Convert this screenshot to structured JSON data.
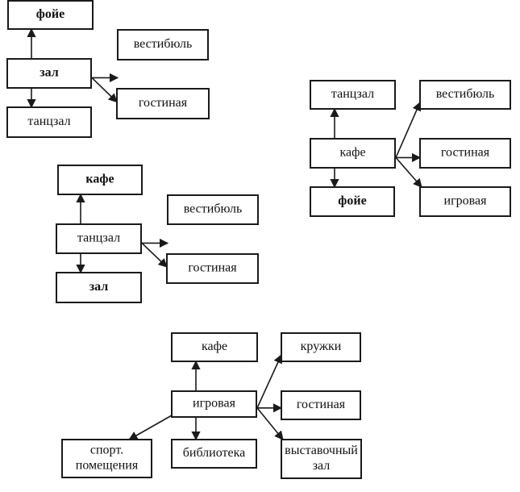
{
  "diagrams": [
    {
      "center": "зал",
      "nodes": {
        "up": "фойе",
        "center": "зал",
        "down": "танцзал",
        "r1": "вестибюль",
        "r2": "гостиная"
      },
      "edges": [
        [
          "center",
          "up"
        ],
        [
          "center",
          "down"
        ],
        [
          "center",
          "r1"
        ],
        [
          "center",
          "r2"
        ]
      ]
    },
    {
      "center": "танцзал",
      "nodes": {
        "up": "кафе",
        "center": "танцзал",
        "down": "зал",
        "r1": "вестибюль",
        "r2": "гостиная"
      },
      "edges": [
        [
          "center",
          "up"
        ],
        [
          "center",
          "down"
        ],
        [
          "center",
          "r1"
        ],
        [
          "center",
          "r2"
        ]
      ]
    },
    {
      "center": "кафе",
      "nodes": {
        "up": "танцзал",
        "center": "кафе",
        "down": "фойе",
        "r1": "вестибюль",
        "r2": "гостиная",
        "r3": "игровая"
      },
      "edges": [
        [
          "center",
          "up"
        ],
        [
          "center",
          "down"
        ],
        [
          "center",
          "r1"
        ],
        [
          "center",
          "r2"
        ],
        [
          "center",
          "r3"
        ]
      ]
    },
    {
      "center": "игровая",
      "nodes": {
        "up": "кафе",
        "center": "игровая",
        "down": "библиотека",
        "left": [
          "спорт.",
          "помещения"
        ],
        "r1": "кружки",
        "r2": "гостиная",
        "r3": [
          "выставочный",
          "зал"
        ]
      },
      "edges": [
        [
          "center",
          "up"
        ],
        [
          "center",
          "down"
        ],
        [
          "center",
          "left"
        ],
        [
          "center",
          "r1"
        ],
        [
          "center",
          "r2"
        ],
        [
          "center",
          "r3"
        ]
      ]
    }
  ],
  "colors": {
    "stroke": "#1a1a1a",
    "background": "#ffffff"
  }
}
